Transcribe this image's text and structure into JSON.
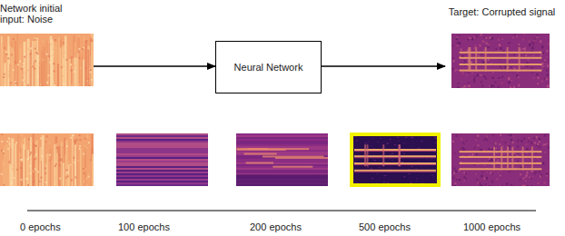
{
  "diagram": {
    "nodes": [
      {
        "text": [
          "Network initial input: Noise"
        ]
      },
      {
        "text": [
          "Neural Network"
        ]
      },
      {
        "text": [
          "Target: Corrupted signal"
        ]
      }
    ],
    "edges": [
      {
        "from": 0,
        "to": 1,
        "arrow": "to"
      },
      {
        "from": 1,
        "to": 2,
        "arrow": "to"
      }
    ],
    "labels": [
      "0 epochs",
      "100 epochs",
      "200 epochs",
      "500 epochs",
      "1000 epochs"
    ]
  }
}
